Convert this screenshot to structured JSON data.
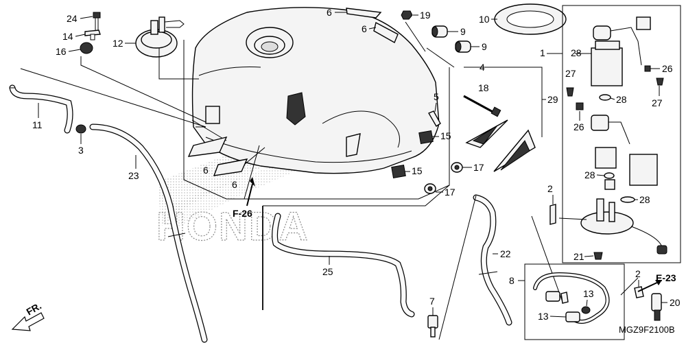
{
  "diagram": {
    "watermark": "HONDA",
    "code": "MGZ9F2100B",
    "refs": {
      "f26": "F-26",
      "e23": "E-23",
      "fr": "FR."
    },
    "callouts": {
      "c1": "1",
      "c2a": "2",
      "c2b": "2",
      "c3": "3",
      "c4": "4",
      "c5": "5",
      "c6a": "6",
      "c6b": "6",
      "c6c": "6",
      "c6d": "6",
      "c7": "7",
      "c8": "8",
      "c9a": "9",
      "c9b": "9",
      "c10": "10",
      "c11": "11",
      "c12": "12",
      "c13a": "13",
      "c13b": "13",
      "c14": "14",
      "c15a": "15",
      "c15b": "15",
      "c16": "16",
      "c17a": "17",
      "c17b": "17",
      "c18": "18",
      "c19": "19",
      "c20": "20",
      "c21": "21",
      "c22": "22",
      "c23": "23",
      "c24": "24",
      "c25": "25",
      "c26a": "26",
      "c26b": "26",
      "c27a": "27",
      "c27b": "27",
      "c28a": "28",
      "c28b": "28",
      "c28c": "28",
      "c28d": "28",
      "c29": "29"
    }
  }
}
